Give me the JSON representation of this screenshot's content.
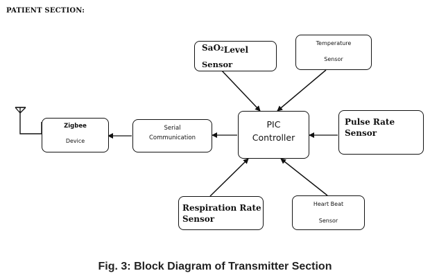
{
  "section_title": "PATIENT SECTION:",
  "blocks": {
    "sao2": {
      "line1_main": "SaO",
      "line1_sub": "2",
      "line1_rest": "Level",
      "line2": "Sensor"
    },
    "temperature": {
      "line1": "Temperature",
      "line2": "Sensor"
    },
    "pulse": {
      "line1": "Pulse Rate",
      "line2": "Sensor"
    },
    "pic": {
      "line1": "PIC",
      "line2": "Controller"
    },
    "serial": {
      "line1": "Serial",
      "line2": "Communication"
    },
    "zigbee": {
      "line1": "Zigbee",
      "line2": "Device"
    },
    "respiration": {
      "line1": "Respiration Rate",
      "line2": "Sensor"
    },
    "heartbeat": {
      "line1": "Heart Beat",
      "line2": "Sensor"
    }
  },
  "connections": [
    {
      "from": "SaO2 Level Sensor",
      "to": "PIC Controller"
    },
    {
      "from": "Temperature Sensor",
      "to": "PIC Controller"
    },
    {
      "from": "Pulse Rate Sensor",
      "to": "PIC Controller"
    },
    {
      "from": "Respiration Rate Sensor",
      "to": "PIC Controller"
    },
    {
      "from": "Heart Beat Sensor",
      "to": "PIC Controller"
    },
    {
      "from": "PIC Controller",
      "to": "Serial Communication"
    },
    {
      "from": "Serial Communication",
      "to": "Zigbee Device"
    },
    {
      "from": "Zigbee Device",
      "to": "Antenna"
    }
  ],
  "caption": "Fig. 3: Block Diagram of Transmitter Section"
}
